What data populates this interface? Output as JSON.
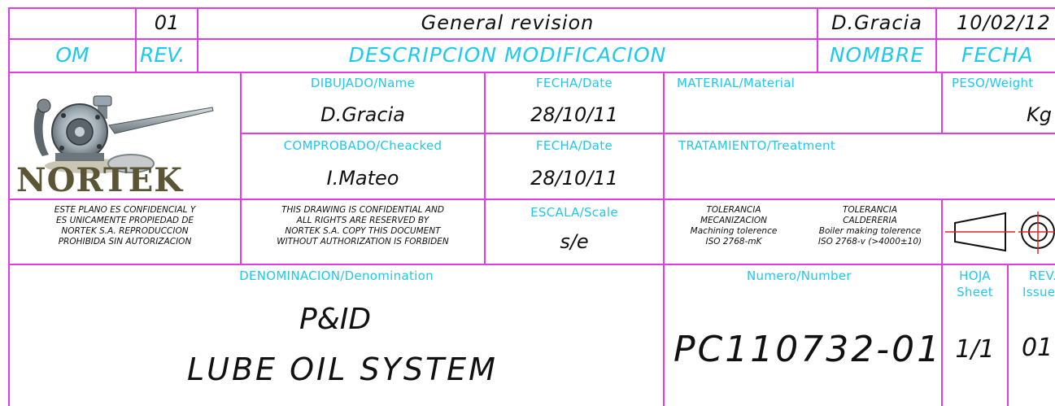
{
  "revision": {
    "om": "",
    "rev": "01",
    "description": "General revision",
    "name": "D.Gracia",
    "date": "10/02/12"
  },
  "revision_headers": {
    "om": "OM",
    "rev": "REV.",
    "description": "DESCRIPCION MODIFICACION",
    "name": "NOMBRE",
    "date": "FECHA"
  },
  "logo": {
    "text": "NORTEK"
  },
  "drawn": {
    "label": "DIBUJADO/Name",
    "value": "D.Gracia"
  },
  "drawn_date": {
    "label": "FECHA/Date",
    "value": "28/10/11"
  },
  "material": {
    "label": "MATERIAL/Material",
    "value": ""
  },
  "weight": {
    "label": "PESO/Weight",
    "unit": "Kg"
  },
  "checked": {
    "label": "COMPROBADO/Cheacked",
    "value": "I.Mateo"
  },
  "checked_date": {
    "label": "FECHA/Date",
    "value": "28/10/11"
  },
  "treatment": {
    "label": "TRATAMIENTO/Treatment",
    "value": ""
  },
  "notice_es": [
    "ESTE PLANO ES CONFIDENCIAL Y",
    "ES UNICAMENTE PROPIEDAD DE",
    "NORTEK S.A. REPRODUCCION",
    "PROHIBIDA SIN AUTORIZACION"
  ],
  "notice_en": [
    "THIS  DRAWING IS CONFIDENTIAL AND",
    "ALL RIGHTS ARE RESERVED BY",
    "NORTEK S.A. COPY THIS DOCUMENT",
    "WITHOUT AUTHORIZATION IS FORBIDEN"
  ],
  "scale": {
    "label": "ESCALA/Scale",
    "value": "s/e"
  },
  "tolerance_machining": [
    "TOLERANCIA",
    "MECANIZACION",
    "Machining tolerence",
    "ISO 2768-mK"
  ],
  "tolerance_boiler": [
    "TOLERANCIA",
    "CALDERERIA",
    "Boiler making tolerence",
    "ISO 2768-v (>4000±10)"
  ],
  "denomination": {
    "label": "DENOMINACION/Denomination",
    "line1": "P&ID",
    "line2": "LUBE OIL SYSTEM"
  },
  "number": {
    "label": "Numero/Number",
    "value": "PC110732-01"
  },
  "sheet": {
    "label1": "HOJA",
    "label2": "Sheet",
    "value": "1/1"
  },
  "issue": {
    "label1": "REV.",
    "label2": "Issue",
    "value": "01"
  },
  "colors": {
    "line": "#e43ce4",
    "label": "#1ec8ee",
    "text": "#111111"
  },
  "icons": [
    "truncated-cone-projection-icon",
    "circle-crosshair-projection-icon"
  ]
}
